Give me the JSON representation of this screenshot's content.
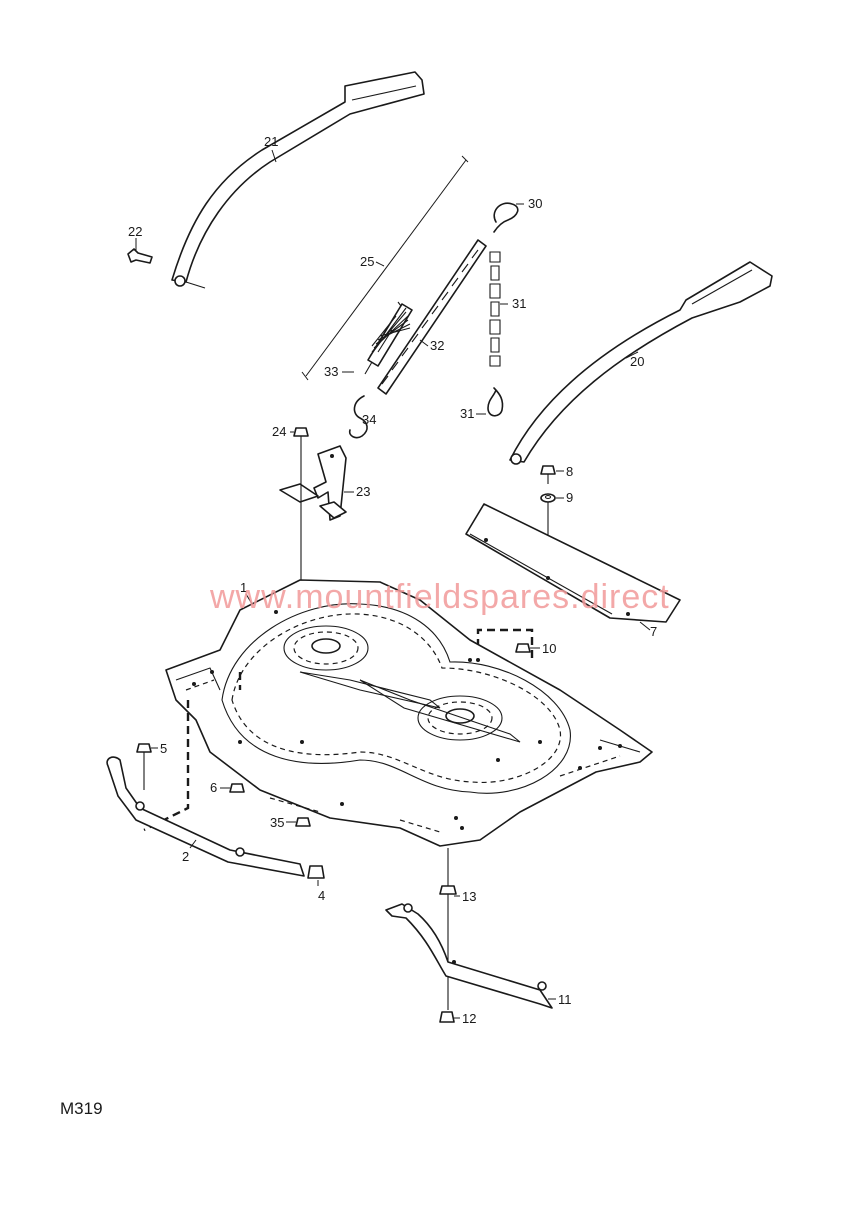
{
  "diagram": {
    "reference_code": "M319",
    "watermark": "www.mountfieldspares.direct",
    "parts": [
      {
        "key": "deck",
        "label": "1"
      },
      {
        "key": "front-bar",
        "label": "2"
      },
      {
        "key": "pivot-pin",
        "label": "4"
      },
      {
        "key": "bolt-front",
        "label": "5"
      },
      {
        "key": "nut-front",
        "label": "6"
      },
      {
        "key": "deflector-plate",
        "label": "7"
      },
      {
        "key": "bolt-deflector",
        "label": "8"
      },
      {
        "key": "washer-deflector",
        "label": "9"
      },
      {
        "key": "nut-deflector",
        "label": "10"
      },
      {
        "key": "roller-bracket",
        "label": "11"
      },
      {
        "key": "bolt-roller",
        "label": "12"
      },
      {
        "key": "spacer-roller",
        "label": "13"
      },
      {
        "key": "hanger-arm-right",
        "label": "20"
      },
      {
        "key": "hanger-arm-left",
        "label": "21"
      },
      {
        "key": "bolt-hanger",
        "label": "22"
      },
      {
        "key": "spring-bracket",
        "label": "23"
      },
      {
        "key": "bolt-bracket",
        "label": "24"
      },
      {
        "key": "nut-bracket",
        "label": "25"
      },
      {
        "key": "spring-chain-assembly",
        "label": "30"
      },
      {
        "key": "hook-top",
        "label": "31"
      },
      {
        "key": "hook-bottom",
        "label": "31"
      },
      {
        "key": "chain",
        "label": "32"
      },
      {
        "key": "chain-long",
        "label": "33"
      },
      {
        "key": "spring",
        "label": "34"
      },
      {
        "key": "s-hook",
        "label": "35"
      }
    ]
  }
}
